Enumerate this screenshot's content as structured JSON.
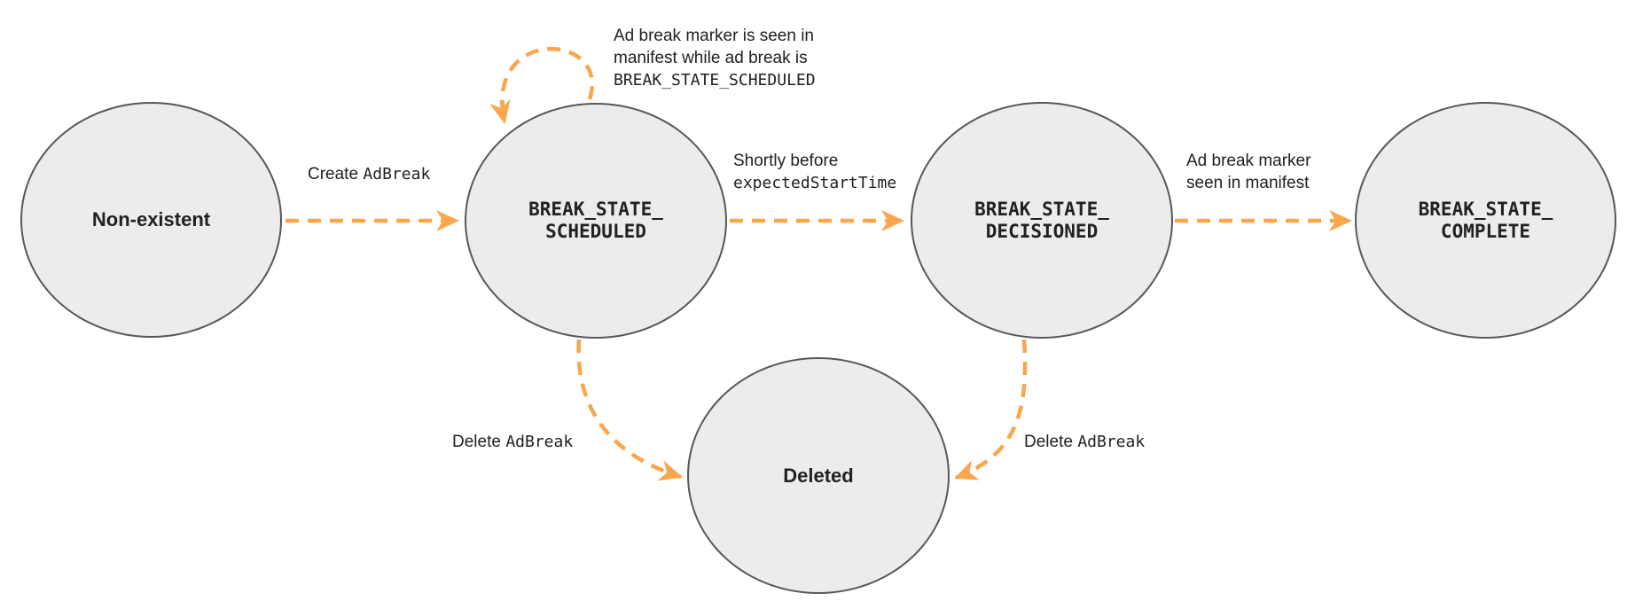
{
  "colors": {
    "node_fill": "#ececec",
    "node_border": "#55585c",
    "arrow_color": "#f9a64c",
    "text_color": "#202124",
    "background": "#ffffff"
  },
  "nodes": [
    {
      "id": "non-existent",
      "label": "Non-existent"
    },
    {
      "id": "break-state-scheduled",
      "label": "BREAK_STATE_\nSCHEDULED"
    },
    {
      "id": "break-state-decisioned",
      "label": "BREAK_STATE_\nDECISIONED"
    },
    {
      "id": "break-state-complete",
      "label": "BREAK_STATE_\nCOMPLETE"
    },
    {
      "id": "deleted",
      "label": "Deleted"
    }
  ],
  "edges": [
    {
      "from": "non-existent",
      "to": "break-state-scheduled",
      "label_sans": "Create",
      "label_mono": "AdBreak"
    },
    {
      "from": "break-state-scheduled",
      "to": "break-state-scheduled",
      "label_line1": "Ad break marker is seen in",
      "label_line2": "manifest while ad break is",
      "label_line3_mono": "BREAK_STATE_SCHEDULED"
    },
    {
      "from": "break-state-scheduled",
      "to": "break-state-decisioned",
      "label_line1": "Shortly before",
      "label_line2_mono": "expectedStartTime"
    },
    {
      "from": "break-state-decisioned",
      "to": "break-state-complete",
      "label_line1": "Ad break marker",
      "label_line2": "seen in manifest"
    },
    {
      "from": "break-state-scheduled",
      "to": "deleted",
      "label_sans": "Delete",
      "label_mono": "AdBreak"
    },
    {
      "from": "break-state-decisioned",
      "to": "deleted",
      "label_sans": "Delete",
      "label_mono": "AdBreak"
    }
  ]
}
